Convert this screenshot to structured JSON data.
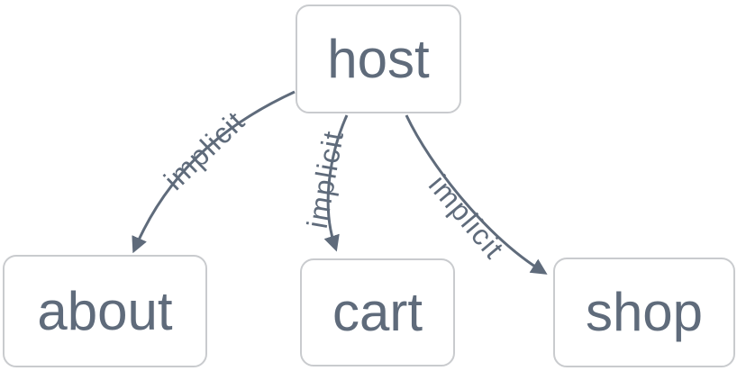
{
  "diagram": {
    "type": "dependency-graph",
    "nodes": [
      {
        "id": "host",
        "label": "host"
      },
      {
        "id": "about",
        "label": "about"
      },
      {
        "id": "cart",
        "label": "cart"
      },
      {
        "id": "shop",
        "label": "shop"
      }
    ],
    "edges": [
      {
        "from": "host",
        "to": "about",
        "label": "implicit"
      },
      {
        "from": "host",
        "to": "cart",
        "label": "implicit"
      },
      {
        "from": "host",
        "to": "shop",
        "label": "implicit"
      }
    ],
    "colors": {
      "background": "#ffffff",
      "node_fill": "#ffffff",
      "node_border": "#c9cbce",
      "node_text": "#5f6b7b",
      "edge": "#5f6b7b",
      "edge_label_text": "#5f6b7b"
    }
  }
}
